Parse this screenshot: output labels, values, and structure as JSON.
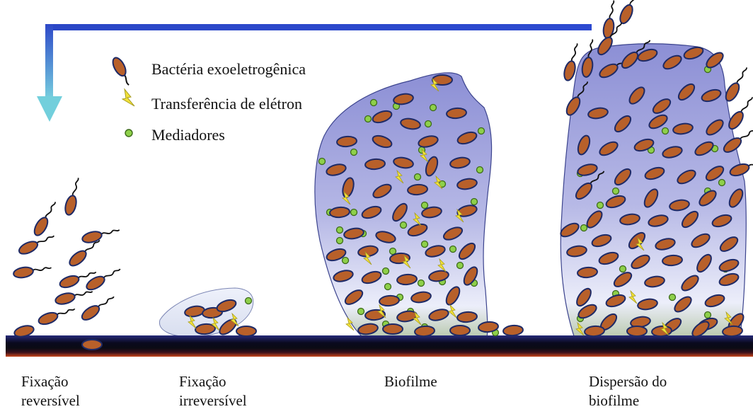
{
  "legend": {
    "bacteria_label": "Bactéria exoeletrogênica",
    "electron_label": "Transferência de elétron",
    "mediator_label": "Mediadores"
  },
  "stages": [
    {
      "line1": "Fixação",
      "line2": "reversível"
    },
    {
      "line1": "Fixação",
      "line2": "irreversível"
    },
    {
      "line1": "Biofilme",
      "line2": ""
    },
    {
      "line1": "Dispersão do",
      "line2": "biofilme"
    }
  ],
  "colors": {
    "bacteria_fill": "#b8602a",
    "bacteria_stroke": "#1e2a66",
    "mediator_fill": "#8ed04a",
    "electron_fill": "#f2e23a",
    "biofilm_top": "#8e91d6",
    "biofilm_bottom": "#f1f2fb",
    "arrow_blue": "#2c49c8",
    "arrow_tip": "#68c7dc"
  },
  "icons": [
    "bacterium-icon",
    "lightning-icon",
    "mediator-dot-icon",
    "cycle-arrow-icon"
  ]
}
